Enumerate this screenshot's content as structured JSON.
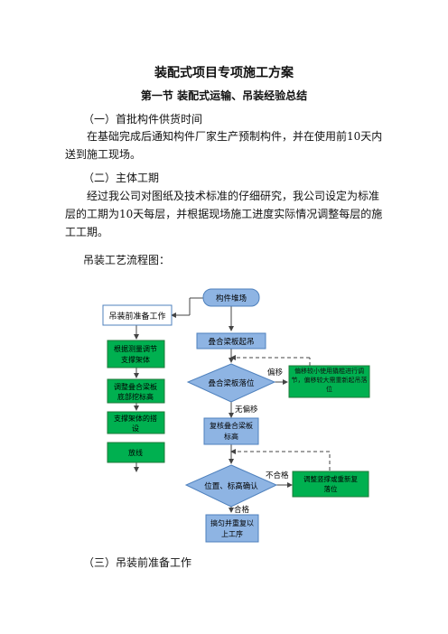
{
  "doc": {
    "title": "装配式项目专项施工方案",
    "section_title": "第一节 装配式运输、吊装经验总结",
    "heading_1": "（一）首批构件供货时间",
    "para_1": "在基础完成后通知构件厂家生产预制构件，并在使用前10天内送到施工现场。",
    "heading_2": "（二）主体工期",
    "para_2": "经过我公司对图纸及技术标准的仔细研究，我公司设定为标准层的工期为10天每层，并根据现场施工进度实际情况调整每层的施工工期。",
    "figure_caption": "吊装工艺流程图：",
    "heading_3": "（三）吊装前准备工作"
  },
  "flow": {
    "start": "构件堆场",
    "prep": "吊装前准备工作",
    "step1": "叠合梁板起吊",
    "decision1": "叠合梁板落位",
    "side1": "偏移较小使用撬棍进行调节，偏移较大需重新起吊落位",
    "label_offset": "偏移",
    "label_no_offset": "无偏移",
    "step2_line1": "复核叠合梁板",
    "step2_line2": "标高",
    "decision2": "位置、标高确认",
    "label_fail": "不合格",
    "side2_line1": "调整竖撑或重新复",
    "side2_line2": "落位",
    "label_pass": "合格",
    "end_line1": "搞匀并重复以",
    "end_line2": "上工序",
    "g1_line1": "根据测量调节",
    "g1_line2": "支撑架体",
    "g2_line1": "调整叠合梁板",
    "g2_line2": "底部挖标高",
    "g3_line1": "支撑架体的搭",
    "g3_line2": "设",
    "g4": "放线"
  },
  "colors": {
    "blue_fill": "#8eb4e3",
    "blue_stroke": "#4f81bd",
    "green_fill": "#00b050",
    "green_stroke": "#1f7a3a"
  }
}
